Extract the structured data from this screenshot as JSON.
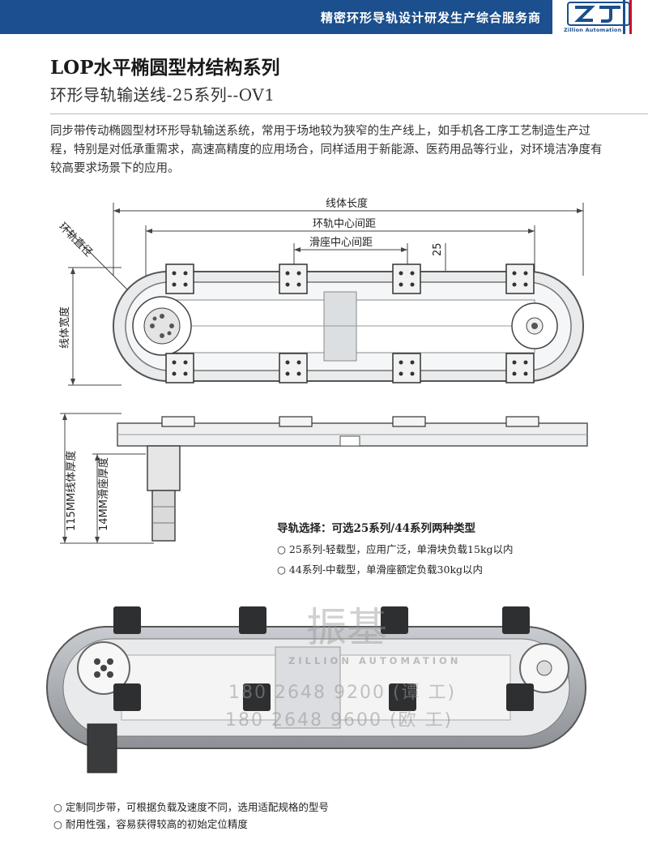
{
  "header": {
    "slogan": "精密环形导轨设计研发生产综合服务商",
    "logo_text": "Zillion Automation"
  },
  "title": "LOP水平椭圆型材结构系列",
  "subtitle": "环形导轨输送线-25系列--OV1",
  "description": "同步带传动椭圆型材环形导轨输送系统，常用于场地较为狭窄的生产线上，如手机各工序工艺制造生产过程，特别是对低承重需求，高速高精度的应用场合，同样适用于新能源、医药用品等行业，对环境洁净度有较高要求场景下的应用。",
  "drawing": {
    "line_length": "线体长度",
    "ring_center_distance": "环轨中心间距",
    "slider_center_distance": "滑座中心间距",
    "dim_25": "25",
    "ring_diameter": "环轨直径",
    "line_width": "线体宽度",
    "line_thickness": "115MM线体厚度",
    "slider_thickness": "14MM滑座厚度"
  },
  "guide": {
    "title": "导轨选择：可选25系列/44系列两种类型",
    "options": [
      "25系列-轻载型，应用广泛，单滑块负载15kg以内",
      "44系列-中载型，单滑座额定负载30kg以内"
    ],
    "bullet": "○"
  },
  "watermark": {
    "brand": "振基",
    "english": "ZILLION AUTOMATION",
    "phones": [
      "180 2648 9200 (谭 工)",
      "180 2648 9600 (欧 工)"
    ]
  },
  "features": [
    "定制同步带，可根据负载及速度不同，选用适配规格的型号",
    "耐用性强，容易获得较高的初始定位精度"
  ],
  "colors": {
    "brand_blue": "#1b4f8d",
    "accent_red": "#c8102e"
  }
}
